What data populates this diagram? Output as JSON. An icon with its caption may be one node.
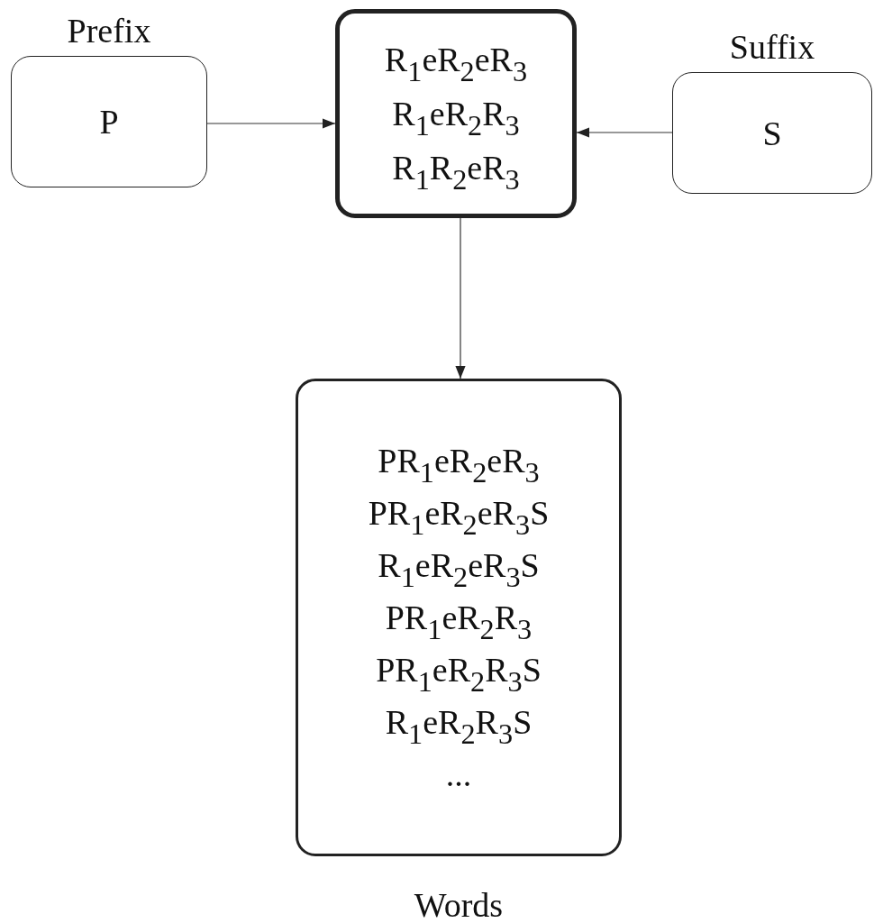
{
  "diagram": {
    "nodes": [
      {
        "text": [
          "Prefix",
          "P"
        ]
      },
      {
        "text": [
          "R$_{1}$eR$_{2}$eR$_{3}$",
          "R$_{1}$eR$_{2}$R$_{3}$",
          "R$_{1}$R$_{2}$eR$_{3}$"
        ]
      },
      {
        "text": [
          "Suffix",
          "S"
        ]
      },
      {
        "text": [
          "PR$_{1}$eR$_{2}$eR$_{3}$",
          "PR$_{1}$eR$_{2}$eR$_{3}$S",
          "R$_{1}$eR$_{2}$eR$_{3}$S",
          "PR$_{1}$eR$_{2}$R$_{3}$",
          "PR$_{1}$eR$_{2}$R$_{3}$S",
          "R$_{1}$eR$_{2}$R$_{3}$S",
          "...",
          "Words"
        ]
      }
    ],
    "edges": [
      {
        "from": 0,
        "to": 1,
        "arrow": "to"
      },
      {
        "from": 2,
        "to": 1,
        "arrow": "to"
      },
      {
        "from": 1,
        "to": 3,
        "arrow": "to"
      }
    ]
  }
}
